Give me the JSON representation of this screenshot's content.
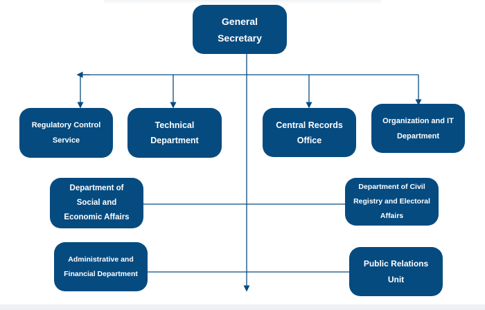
{
  "colors": {
    "node_fill": "#064B80",
    "node_text": "#FFFFFF",
    "connector": "#064B80"
  },
  "nodes": {
    "general_secretary": "General Secretary",
    "regulatory_control": "Regulatory Control Service",
    "technical": "Technical Department",
    "central_records": "Central Records Office",
    "organization_it": "Organization and IT Department",
    "social_economic": "Department of Social and Economic Affairs",
    "civil_registry": "Department of Civil Registry and Electoral Affairs",
    "admin_financial": "Administrative and Financial Department",
    "public_relations": "Public Relations Unit"
  }
}
